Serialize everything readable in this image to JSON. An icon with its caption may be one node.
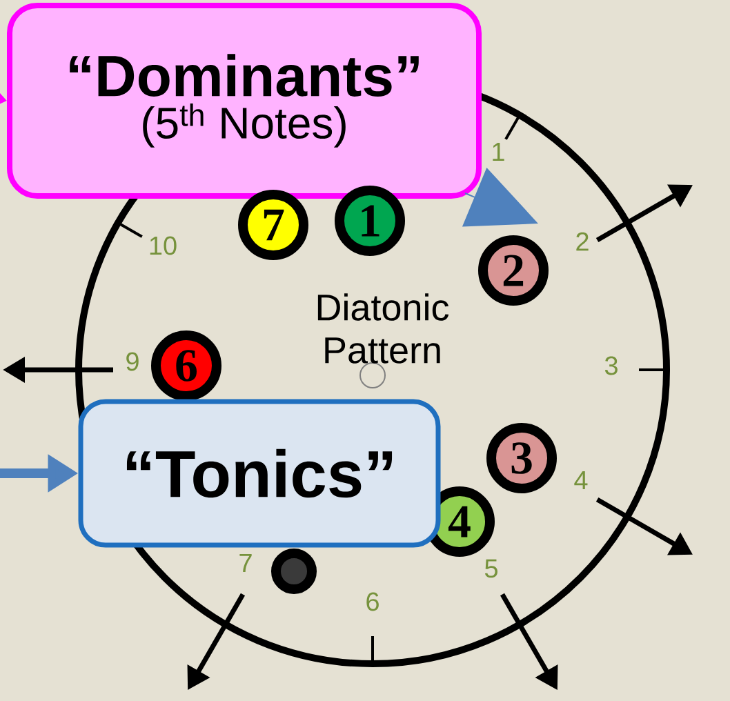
{
  "diagram": {
    "nodes": [
      {
        "text": [
          "“Dominants”",
          "(5$^{th}$ Notes)"
        ]
      },
      {
        "text": [
          "7"
        ]
      },
      {
        "text": [
          "1"
        ]
      },
      {
        "text": [
          "2"
        ]
      },
      {
        "text": [
          "6"
        ]
      },
      {
        "text": [
          "3"
        ]
      },
      {
        "text": [
          "4"
        ]
      },
      {
        "text": [],
        "shape": "circle"
      },
      {
        "text": [
          "“Tonics”"
        ]
      }
    ],
    "edges": [
      {
        "from": null,
        "to": 0,
        "arrow": "to",
        "color": "#ff00ff"
      },
      {
        "from": 0,
        "to": null,
        "arrow": "to",
        "color": "#4f81bd"
      },
      {
        "from": null,
        "to": 8,
        "arrow": "to",
        "style": "thick",
        "color": "#4f81bd"
      }
    ],
    "labels": [
      "1",
      "10",
      "2",
      "Diatonic Pattern",
      "9",
      "3",
      "4",
      "7",
      "5",
      "6"
    ]
  }
}
